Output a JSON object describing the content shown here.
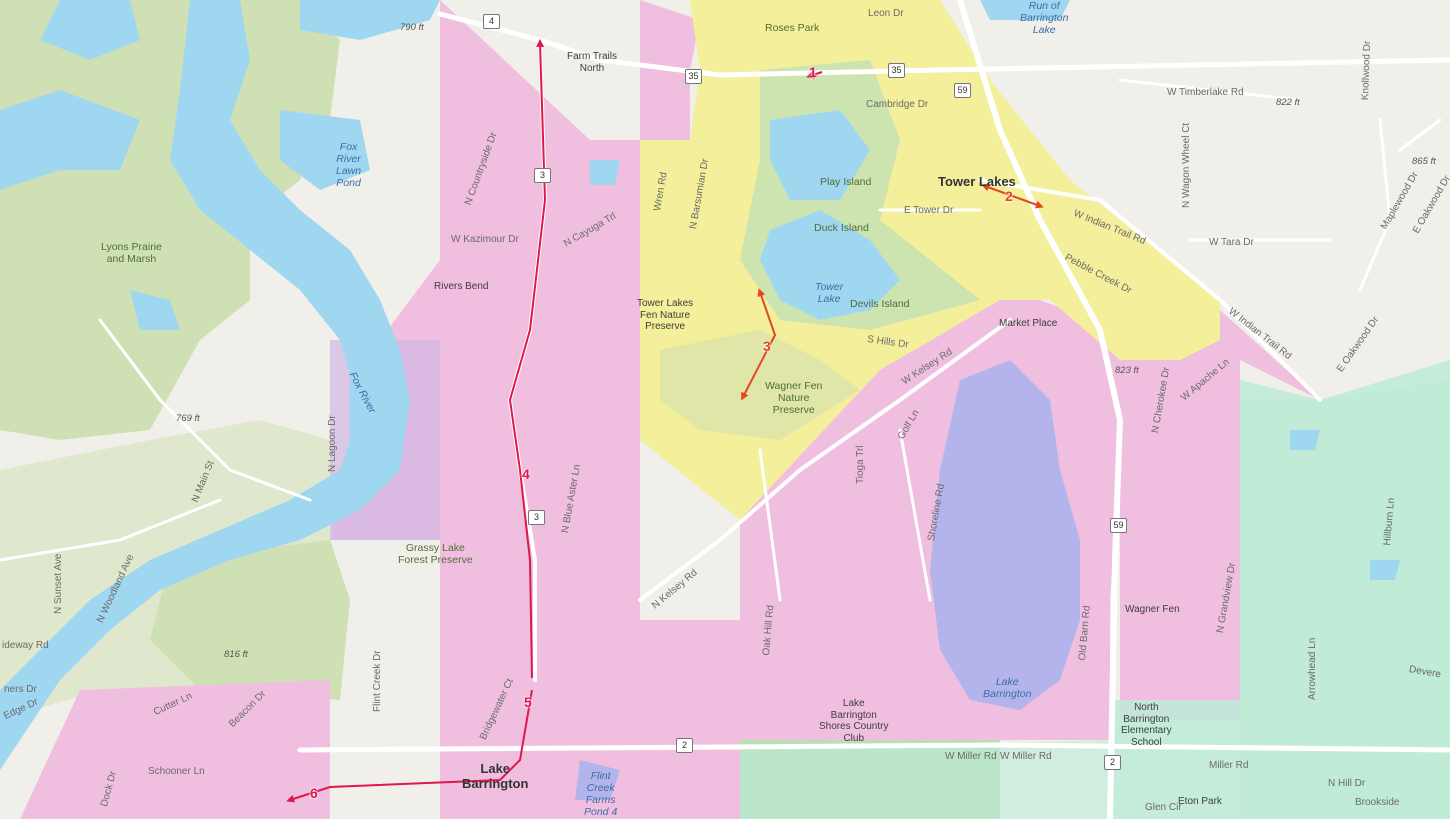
{
  "map": {
    "colors": {
      "land": "#f1efe9",
      "water": "#9fd7f1",
      "park": "#cfe1b4",
      "zone_pink": "#f0bfe0",
      "zone_yellow": "#f3ef9a",
      "zone_teal": "#b8ecd9",
      "route": "#e0174a",
      "route_orange": "#e2471f"
    },
    "roads": {
      "w_timberlake": "W Timberlake Rd",
      "leon": "Leon Dr",
      "cambridge": "Cambridge Dr",
      "e_tower": "E Tower Dr",
      "w_indian_trail": "W Indian Trail Rd",
      "w_indian_trail_2": "W Indian Trail Rd",
      "w_tara": "W Tara Dr",
      "pebble_creek": "Pebble Creek Dr",
      "s_hills": "S Hills Dr",
      "w_kelsey": "W Kelsey Rd",
      "n_kelsey": "N Kelsey Rd",
      "n_countryside": "N Countryside Dr",
      "w_kazimour": "W Kazimour Dr",
      "n_cayuga": "N Cayuga Trl",
      "wren": "Wren Rd",
      "n_barsumian": "N Barsumian Dr",
      "n_blue_aster": "N Blue Aster Ln",
      "n_lagoon": "N Lagoon Dr",
      "n_main": "N Main St",
      "n_woodland": "N Woodland Ave",
      "n_sunset": "N Sunset Ave",
      "flint_creek": "Flint Creek Dr",
      "bridgewater": "Bridgewater Ct",
      "cutter": "Cutter Ln",
      "beacon": "Beacon Dr",
      "schooner": "Schooner Ln",
      "dock": "Dock Dr",
      "tioga": "Tioga Trl",
      "golf": "Golf Ln",
      "shoreline": "Shoreline Rd",
      "oak_hill": "Oak Hill Rd",
      "old_barn": "Old Barn Rd",
      "n_cherokee": "N Cherokee Dr",
      "w_apache": "W Apache Ln",
      "n_grandview": "N Grandview Dr",
      "w_miller_1": "W Miller Rd",
      "w_miller_2": "W Miller Rd",
      "miller": "Miller Rd",
      "n_hill": "N Hill Dr",
      "arrowhead": "Arrowhead Ln",
      "hillburn": "Hillburn Ln",
      "n_wagon_wheel": "N Wagon Wheel Ct",
      "knollwood": "Knollwood Dr",
      "maplewood": "Maplewood Dr",
      "e_oakwood": "E Oakwood Dr",
      "e_oakwood_2": "E Oakwood Dr",
      "devere": "Devere",
      "glen": "Glen Cir",
      "brookside": "Brookside",
      "edge": "Edge Dr",
      "ners": "ners Dr",
      "ideway": "ideway Rd"
    },
    "places": {
      "roses_park": "Roses Park",
      "farm_trails": "Farm Trails\nNorth",
      "play_island": "Play Island",
      "duck_island": "Duck Island",
      "devils_island": "Devils Island",
      "tower_lakes_fen": "Tower Lakes\nFen Nature\nPreserve",
      "wagner_fen_preserve": "Wagner Fen\nNature\nPreserve",
      "market_place": "Market Place",
      "rivers_bend": "Rivers Bend",
      "lyons_prairie": "Lyons Prairie\nand Marsh",
      "grassy_lake": "Grassy Lake\nForest Preserve",
      "lake_barrington_shores": "Lake\nBarrington\nShores Country\nClub",
      "wagner_fen": "Wagner Fen",
      "north_barrington_school": "North\nBarrington\nElementary\nSchool",
      "eton_park": "Eton Park"
    },
    "towns": {
      "tower_lakes": "Tower Lakes",
      "lake_barrington": "Lake\nBarrington"
    },
    "water": {
      "fox_river_lawn_pond": "Fox\nRiver\nLawn\nPond",
      "fox_river": "Fox River",
      "tower_lake": "Tower\nLake",
      "lake_barrington_water": "Lake\nBarrington",
      "barrington_lake": "Run of\nBarrington\nLake",
      "flint_creek_pond": "Flint\nCreek\nFarms\nPond 4"
    },
    "elevations": {
      "e790": "790 ft",
      "e822": "822 ft",
      "e865": "865 ft",
      "e823": "823 ft",
      "e769": "769 ft",
      "e816": "816 ft"
    },
    "shields": {
      "s4": "4",
      "s35a": "35",
      "s35b": "35",
      "s59a": "59",
      "s59b": "59",
      "s2a": "2",
      "s2b": "2",
      "s3a": "3",
      "s3b": "3"
    },
    "route_segments": {
      "seg1": "1",
      "seg2": "2",
      "seg3": "3",
      "seg4": "4",
      "seg5": "5",
      "seg6": "6"
    }
  }
}
